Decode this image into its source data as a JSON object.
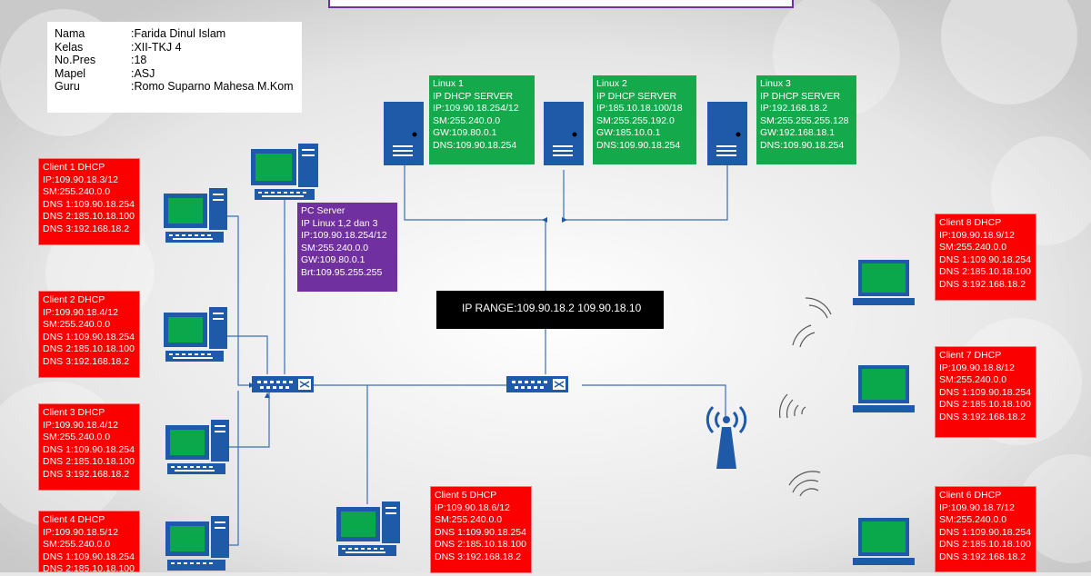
{
  "info": {
    "rows": [
      {
        "key": "Nama",
        "value": ":Farida Dinul Islam"
      },
      {
        "key": "Kelas",
        "value": ":XII-TKJ 4"
      },
      {
        "key": "No.Pres",
        "value": ":18"
      },
      {
        "key": "Mapel",
        "value": ":ASJ"
      },
      {
        "key": "Guru",
        "value": ":Romo Suparno Mahesa M.Kom"
      }
    ]
  },
  "servers": [
    {
      "lines": [
        "Linux 1",
        "IP DHCP SERVER",
        "IP:109.90.18.254/12",
        "SM:255.240.0.0",
        "GW:109.80.0.1",
        "DNS:109.90.18.254"
      ]
    },
    {
      "lines": [
        "Linux 2",
        "IP DHCP SERVER",
        "IP:185.10.18.100/18",
        "SM:255.255.192.0",
        "GW:185.10.0.1",
        "DNS:109.90.18.254"
      ]
    },
    {
      "lines": [
        "Linux 3",
        "IP DHCP SERVER",
        "IP:192.168.18.2",
        "SM:255.255.255.128",
        "GW:192.168.18.1",
        "DNS:109.90.18.254"
      ]
    }
  ],
  "pc_server": {
    "lines": [
      "PC Server",
      "IP Linux 1,2 dan 3",
      "IP:109.90.18.254/12",
      "SM:255.240.0.0",
      "GW:109.80.0.1",
      "Brt:109.95.255.255"
    ]
  },
  "ip_range": "IP RANGE:109.90.18.2 109.90.18.10",
  "clients": [
    {
      "lines": [
        "Client 1 DHCP",
        "IP:109.90.18.3/12",
        "SM:255.240.0.0",
        "DNS 1:109.90.18.254",
        "DNS 2:185.10.18.100",
        "DNS 3:192.168.18.2"
      ]
    },
    {
      "lines": [
        "Client 2 DHCP",
        "IP:109.90.18.4/12",
        "SM:255.240.0.0",
        "DNS 1:109.90.18.254",
        "DNS 2:185.10.18.100",
        "DNS 3:192.168.18.2"
      ]
    },
    {
      "lines": [
        "Client 3 DHCP",
        "IP:109.90.18.4/12",
        "SM:255.240.0.0",
        "DNS 1:109.90.18.254",
        "DNS 2:185.10.18.100",
        "DNS 3:192.168.18.2"
      ]
    },
    {
      "lines": [
        "Client 4 DHCP",
        "IP:109.90.18.5/12",
        "SM:255.240.0.0",
        "DNS 1:109.90.18.254",
        "DNS 2:185.10.18.100"
      ]
    },
    {
      "lines": [
        "Client 5 DHCP",
        "IP:109.90.18.6/12",
        "SM:255.240.0.0",
        "DNS 1:109.90.18.254",
        "DNS 2:185.10.18.100",
        "DNS 3:192.168.18.2"
      ]
    },
    {
      "lines": [
        "Client 6 DHCP",
        "IP:109.90.18.7/12",
        "SM:255.240.0.0",
        "DNS 1:109.90.18.254",
        "DNS 2:185.10.18.100",
        "DNS 3:192.168.18.2"
      ]
    },
    {
      "lines": [
        "Client 7 DHCP",
        "IP:109.90.18.8/12",
        "SM:255.240.0.0",
        "DNS 1:109.90.18.254",
        "DNS 2:185.10.18.100",
        "DNS 3:192.168.18.2"
      ]
    },
    {
      "lines": [
        "Client 8 DHCP",
        "IP:109.90.18.9/12",
        "SM:255.240.0.0",
        "DNS 1:109.90.18.254",
        "DNS 2:185.10.18.100",
        "DNS 3:192.168.18.2"
      ]
    }
  ],
  "icons": {
    "server": "server-tower-icon",
    "desktop": "desktop-computer-icon",
    "laptop": "laptop-icon",
    "switch": "network-switch-icon",
    "access_point": "wireless-access-point-icon",
    "wifi_waves": "wifi-signal-icon"
  },
  "colors": {
    "client": "#fb0000",
    "server": "#14a94a",
    "pc_server": "#7030a0",
    "range": "#000000",
    "device": "#1e5aa8",
    "screen": "#0aa84a"
  }
}
